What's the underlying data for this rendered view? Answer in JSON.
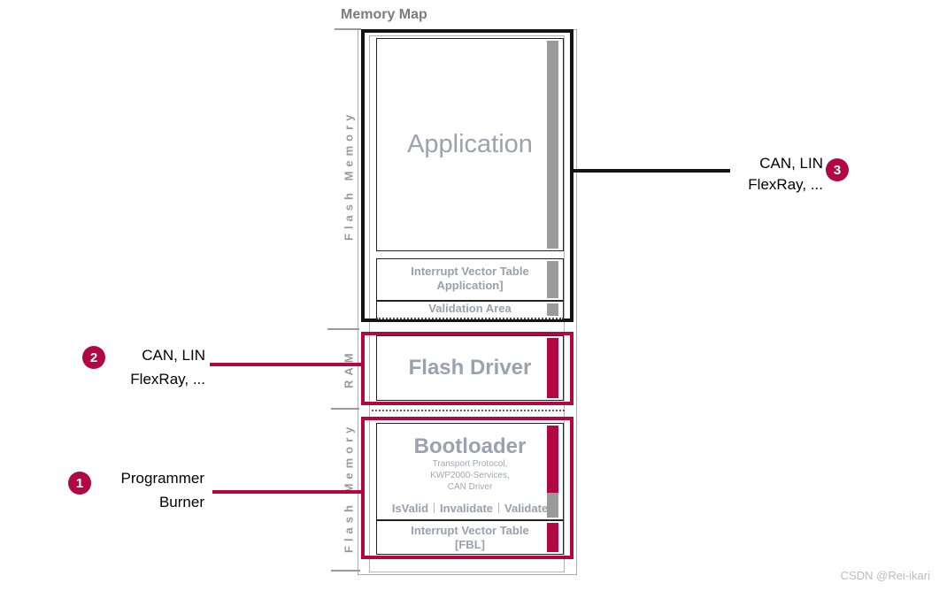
{
  "title": "Memory Map",
  "colors": {
    "accent_crimson": "#b10843",
    "bar_gray": "#9a9a9a",
    "box_text_gray": "#98a1ab",
    "frame_black": "#141414"
  },
  "sections": {
    "flash_top": {
      "label": "Flash Memory",
      "application_label": "Application",
      "ivt": {
        "line1": "Interrupt Vector Table",
        "line2": "Application]"
      },
      "validation_label": "Validation Area"
    },
    "ram": {
      "label": "RAM",
      "flash_driver_label": "Flash Driver"
    },
    "flash_bottom": {
      "label": "Flash Memory",
      "bootloader": {
        "title": "Bootloader",
        "details": [
          "Transport Protocol,",
          "KWP2000-Services,",
          "CAN Driver"
        ],
        "actions": [
          "IsValid",
          "Invalidate",
          "Validate"
        ]
      },
      "ivt": {
        "line1": "Interrupt Vector Table",
        "line2": "[FBL]"
      }
    }
  },
  "callouts": [
    {
      "number": "1",
      "line1": "Programmer",
      "line2": "Burner"
    },
    {
      "number": "2",
      "line1": "CAN, LIN",
      "line2": "FlexRay, ..."
    },
    {
      "number": "3",
      "line1": "CAN, LIN",
      "line2": "FlexRay, ..."
    }
  ],
  "watermark": "CSDN @Rei-ikari"
}
